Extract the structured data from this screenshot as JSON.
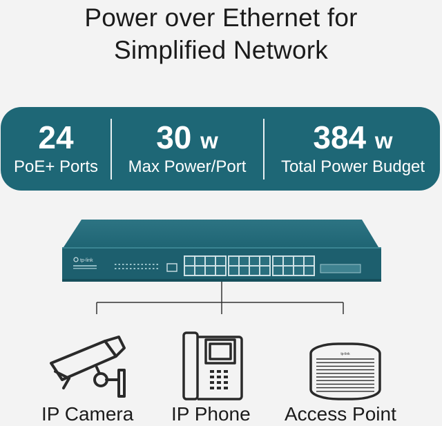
{
  "header": {
    "title_line1": "Power over Ethernet for",
    "title_line2": "Simplified Network"
  },
  "stats": [
    {
      "value": "24",
      "unit": "",
      "label": "PoE+ Ports"
    },
    {
      "value": "30",
      "unit": "w",
      "label": "Max Power/Port"
    },
    {
      "value": "384",
      "unit": "w",
      "label": "Total Power Budget"
    }
  ],
  "switch": {
    "brand": "tp-link",
    "port_count": 24
  },
  "devices": [
    {
      "label": "IP Camera",
      "icon": "camera-icon"
    },
    {
      "label": "IP Phone",
      "icon": "phone-icon"
    },
    {
      "label": "Access Point",
      "icon": "access-point-icon"
    }
  ],
  "colors": {
    "accent": "#1e6776",
    "background": "#f3f3f3",
    "line": "#333333"
  }
}
